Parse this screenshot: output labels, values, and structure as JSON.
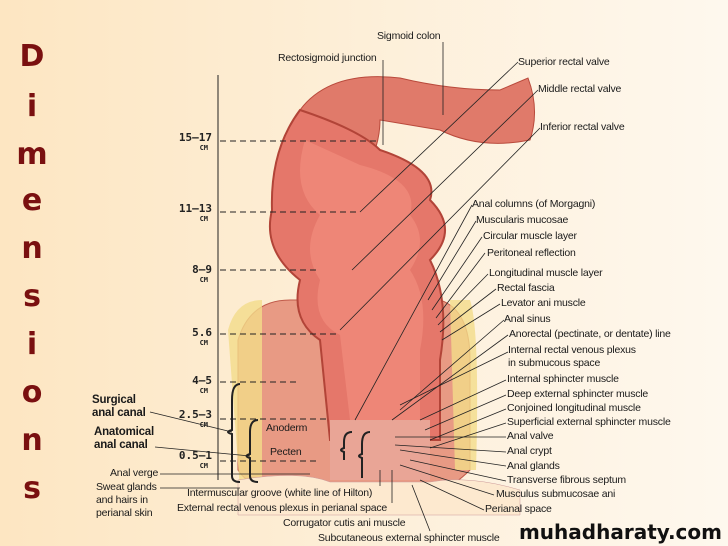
{
  "slide_title_letters": [
    "D",
    "i",
    "m",
    "e",
    "n",
    "s",
    "i",
    "o",
    "n",
    "s"
  ],
  "measurements": [
    {
      "value": "15–17",
      "unit": "CM"
    },
    {
      "value": "11–13",
      "unit": "CM"
    },
    {
      "value": "8–9",
      "unit": "CM"
    },
    {
      "value": "5.6",
      "unit": "CM"
    },
    {
      "value": "4–5",
      "unit": "CM"
    },
    {
      "value": "2.5–3",
      "unit": "CM"
    },
    {
      "value": "0.5–1",
      "unit": "CM"
    }
  ],
  "top_labels": [
    "Sigmoid colon",
    "Rectosigmoid junction",
    "Superior rectal valve",
    "Middle rectal valve",
    "Inferior rectal valve"
  ],
  "right_labels": [
    "Anal columns (of Morgagni)",
    "Muscularis mucosae",
    "Circular muscle layer",
    "Peritoneal reflection",
    "Longitudinal muscle layer",
    "Rectal fascia",
    "Levator ani muscle",
    "Anal sinus",
    "Anorectal (pectinate, or dentate) line",
    "Internal rectal venous plexus",
    "in submucous space",
    "Internal sphincter muscle",
    "Deep external sphincter muscle",
    "Conjoined longitudinal muscle",
    "Superficial external sphincter muscle",
    "Anal valve",
    "Anal crypt",
    "Anal glands",
    "Transverse fibrous septum",
    "Musculus submucosae ani",
    "Perianal space",
    "Subcutaneous external sphincter muscle"
  ],
  "left_labels": {
    "surgical": [
      "Surgical",
      "anal canal"
    ],
    "anatomical": [
      "Anatomical",
      "anal canal"
    ],
    "anal_verge": "Anal verge",
    "sweat": [
      "Sweat glands",
      "and hairs in",
      "perianal skin"
    ]
  },
  "inner_labels": [
    "Anoderm",
    "Pecten"
  ],
  "bottom_labels": [
    "Intermuscular groove (white line of Hilton)",
    "External rectal venous plexus in perianal space",
    "Corrugator cutis ani muscle"
  ],
  "watermark": "muhadharaty.com"
}
